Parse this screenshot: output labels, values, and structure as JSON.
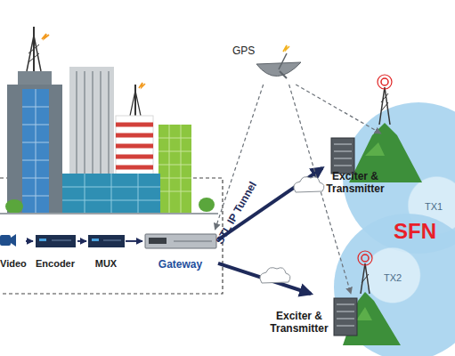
{
  "diagram": {
    "nodes": [
      {
        "text": [
          "Video"
        ]
      },
      {
        "text": [
          "Encoder"
        ]
      },
      {
        "text": [
          "MUX"
        ]
      },
      {
        "text": [
          "Gateway"
        ]
      },
      {
        "text": [
          "GPS"
        ]
      },
      {
        "text": [
          "Exciter & Transmitter"
        ]
      },
      {
        "text": [
          "TX1"
        ]
      },
      {
        "text": [
          "Exciter & Transmitter"
        ]
      },
      {
        "text": [
          "TX2"
        ]
      }
    ],
    "edges": [
      {
        "from": 0,
        "to": 1,
        "arrow": "to"
      },
      {
        "from": 1,
        "to": 2,
        "arrow": "to"
      },
      {
        "from": 2,
        "to": 3,
        "arrow": "to"
      },
      {
        "from": 3,
        "to": 5,
        "label": "STL IP Tunnel",
        "arrow": "to"
      },
      {
        "from": 3,
        "to": 7,
        "arrow": "to"
      },
      {
        "from": 4,
        "to": 5,
        "arrow": "to"
      },
      {
        "from": 4,
        "to": 7,
        "arrow": "to"
      },
      {
        "from": 4,
        "to": 3,
        "arrow": "to"
      }
    ],
    "labels": [
      "SFN"
    ]
  }
}
